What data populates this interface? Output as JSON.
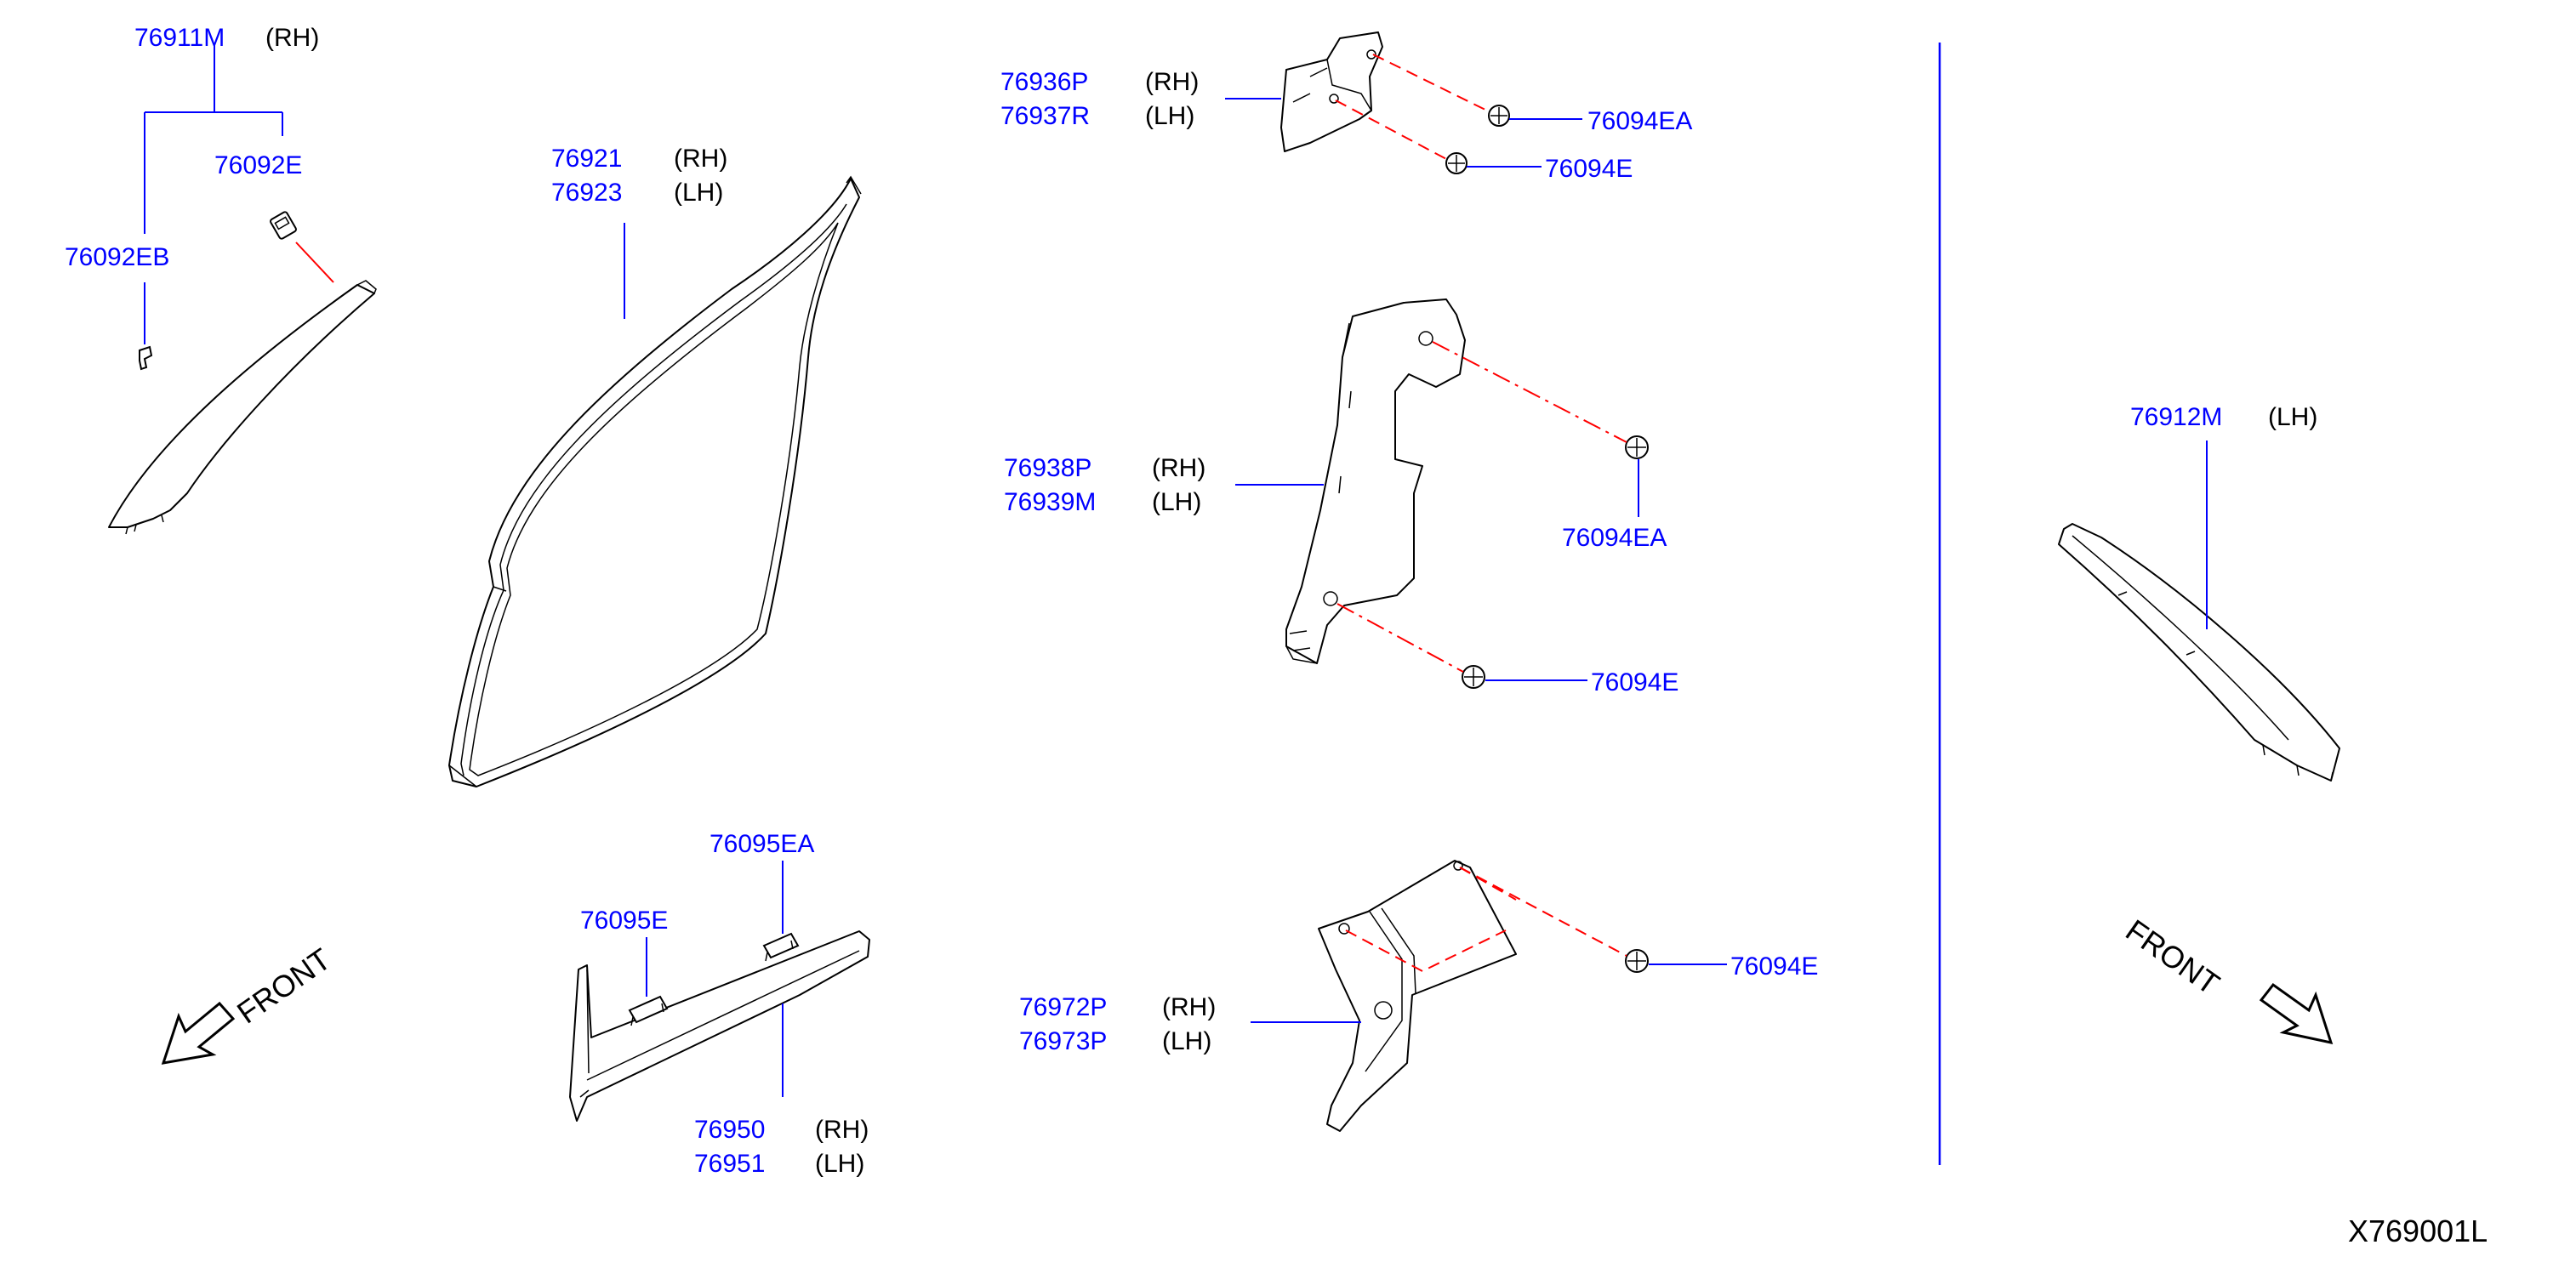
{
  "diagram_code": "X769001L",
  "front_label": "FRONT",
  "colors": {
    "part_number": "#0000ff",
    "leader": "#0000ff",
    "centerline": "#ff0000",
    "line": "#000000"
  },
  "callouts": {
    "c76911M": {
      "number": "76911M",
      "side": "(RH)"
    },
    "c76092E": {
      "number": "76092E"
    },
    "c76092EB": {
      "number": "76092EB"
    },
    "c76921": {
      "number": "76921",
      "side": "(RH)"
    },
    "c76923": {
      "number": "76923",
      "side": "(LH)"
    },
    "c76936P": {
      "number": "76936P",
      "side": "(RH)"
    },
    "c76937R": {
      "number": "76937R",
      "side": "(LH)"
    },
    "c76094EA_top": {
      "number": "76094EA"
    },
    "c76094E_top": {
      "number": "76094E"
    },
    "c76938P": {
      "number": "76938P",
      "side": "(RH)"
    },
    "c76939M": {
      "number": "76939M",
      "side": "(LH)"
    },
    "c76094EA_mid": {
      "number": "76094EA"
    },
    "c76094E_mid": {
      "number": "76094E"
    },
    "c76095EA": {
      "number": "76095EA"
    },
    "c76095E": {
      "number": "76095E"
    },
    "c76950": {
      "number": "76950",
      "side": "(RH)"
    },
    "c76951": {
      "number": "76951",
      "side": "(LH)"
    },
    "c76972P": {
      "number": "76972P",
      "side": "(RH)"
    },
    "c76973P": {
      "number": "76973P",
      "side": "(LH)"
    },
    "c76094E_bot": {
      "number": "76094E"
    },
    "c76912M": {
      "number": "76912M",
      "side": "(LH)"
    }
  }
}
